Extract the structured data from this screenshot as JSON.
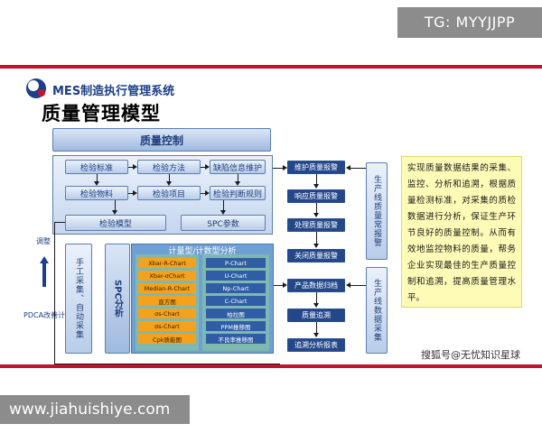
{
  "watermarks": {
    "top": "TG: MYYJJPP",
    "bottom": "www.jiahuishiye.com",
    "sohu": "搜狐号@无忧知识星球"
  },
  "header": {
    "system_title": "MES制造执行管理系统",
    "main_title": "质量管理模型"
  },
  "top_box": "质量控制",
  "grid": [
    "检验标准",
    "检验方法",
    "缺陷信息维护",
    "检验物料",
    "检验项目",
    "检验判断规则"
  ],
  "model_box": "检验模型",
  "spc_param": "SPC参数",
  "manual_box": "手工采集、自动采集",
  "spc_analysis": "SPC分析",
  "spc_panel": {
    "title": "计量型/计数型分析",
    "left": [
      "Xbar-R-Chart",
      "Xbar-σChart",
      "Median-R-Chart",
      "直方图",
      "σs-Chart",
      "σs-Chart",
      "Cpk质能图"
    ],
    "right": [
      "P-Chart",
      "U-Chart",
      "Np-Chart",
      "C-Chart",
      "柏拉图",
      "PPM推移图",
      "不良率推移图"
    ]
  },
  "side_labels": {
    "adjust": "调整",
    "pdca": "PDCA改善计划"
  },
  "flow_top": [
    "维护质量报警",
    "响应质量报警",
    "处理质量报警",
    "关闭质量报警"
  ],
  "flow_bottom": [
    "产品数据归档",
    "质量追溯",
    "追溯分析报表"
  ],
  "vertical_labels": {
    "alarm": "生产线质量常报警",
    "collect": "生产线数据采集"
  },
  "description": "实现质量数据结果的采集、监控、分析和追溯，根据质量检测标准，对采集的质检数据进行分析，保证生产环节良好的质量控制。从而有效地监控物料的质量，帮务企业实现最佳的生产质量控制和追溯，提高质量管理水平。"
}
